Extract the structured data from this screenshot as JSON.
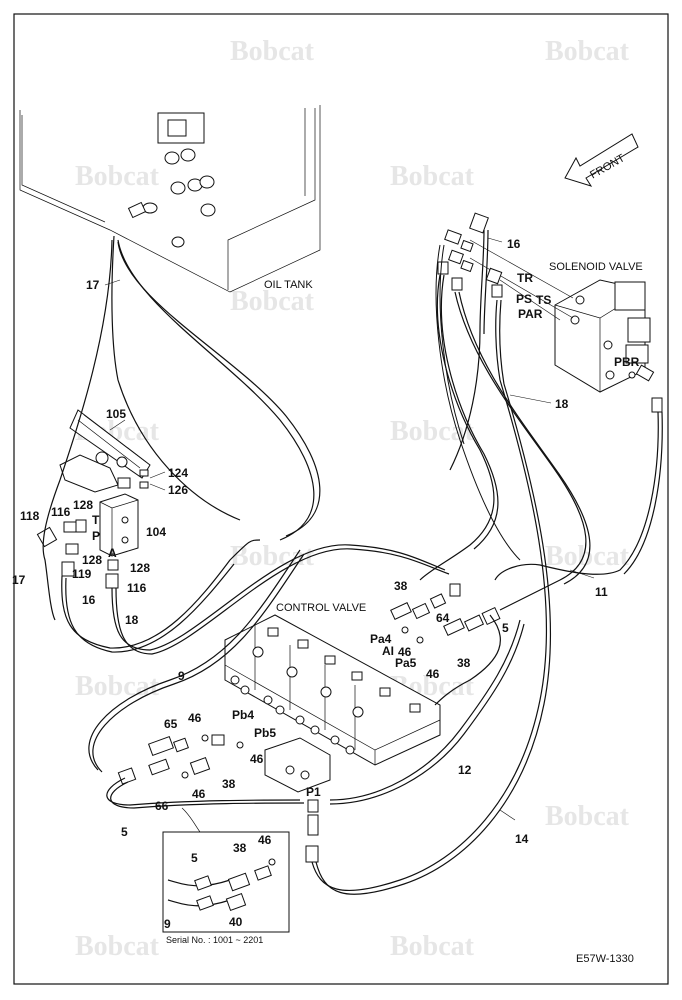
{
  "watermark": {
    "text": "Bobcat"
  },
  "labels": {
    "front": "FRONT",
    "oil_tank": "OIL TANK",
    "solenoid_valve": "SOLENOID VALVE",
    "control_valve": "CONTROL VALVE",
    "figure_code": "E57W-1330",
    "serial_note": "Serial No. : 1001 ~ 2201"
  },
  "port_labels": [
    "TR",
    "PS",
    "TS",
    "PAR",
    "PBR",
    "T",
    "P",
    "A",
    "Pa4",
    "AI",
    "Pa5",
    "Pb4",
    "Pb5",
    "P1"
  ],
  "callouts": [
    "16",
    "17",
    "18",
    "105",
    "124",
    "126",
    "118",
    "116",
    "128",
    "104",
    "128",
    "119",
    "128",
    "116",
    "17",
    "16",
    "18",
    "38",
    "64",
    "46",
    "46",
    "38",
    "5",
    "11",
    "9",
    "65",
    "46",
    "66",
    "46",
    "38",
    "46",
    "5",
    "12",
    "14"
  ],
  "inset_callouts": [
    "5",
    "38",
    "46",
    "9",
    "40"
  ]
}
